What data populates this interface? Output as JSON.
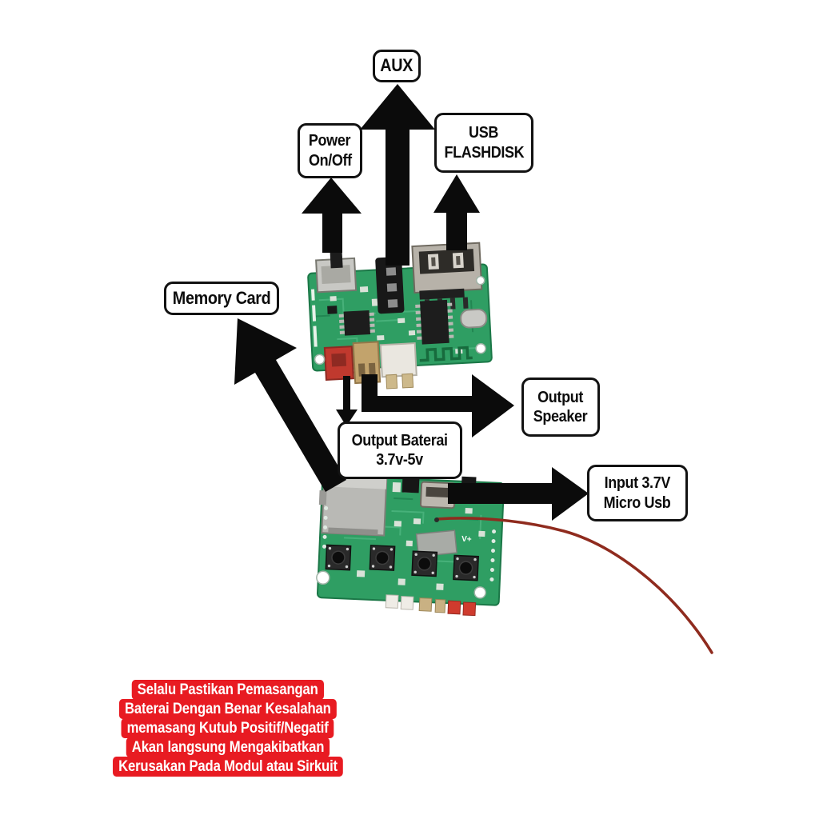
{
  "labels": {
    "aux": {
      "text": "AUX"
    },
    "power": {
      "line1": "Power",
      "line2": "On/Off"
    },
    "usb": {
      "line1": "USB",
      "line2": "FLASHDISK"
    },
    "memory_card": {
      "text": "Memory Card"
    },
    "output_speaker": {
      "line1": "Output",
      "line2": "Speaker"
    },
    "output_baterai": {
      "line1": "Output Baterai",
      "line2": "3.7v-5v"
    },
    "input_power": {
      "line1": "Input 3.7V",
      "line2": "Micro Usb"
    }
  },
  "board_text": {
    "v_plus": "V+"
  },
  "warning": {
    "lines": [
      "Selalu Pastikan Pemasangan",
      "Baterai Dengan Benar Kesalahan",
      "memasang Kutub Positif/Negatif",
      "Akan langsung Mengakibatkan",
      "Kerusakan Pada Modul atau Sirkuit"
    ]
  },
  "colors": {
    "arrow": "#0b0b0b",
    "label_bg": "#ffffff",
    "label_border": "#121212",
    "warning_bg": "#e81b22",
    "warning_text": "#ffffff",
    "pcb_green": "#2f9e63",
    "pcb_edge": "#1b7747",
    "pcb_trace_light": "#58b987",
    "pcb_trace_dark": "#1d7c4b",
    "connector_red": "#c0392e",
    "connector_tan": "#c2a36c",
    "connector_white": "#eae7e0",
    "metal": "#bcb7ae",
    "component_black": "#1a1a1a",
    "wire_red": "#8f2b1e"
  }
}
